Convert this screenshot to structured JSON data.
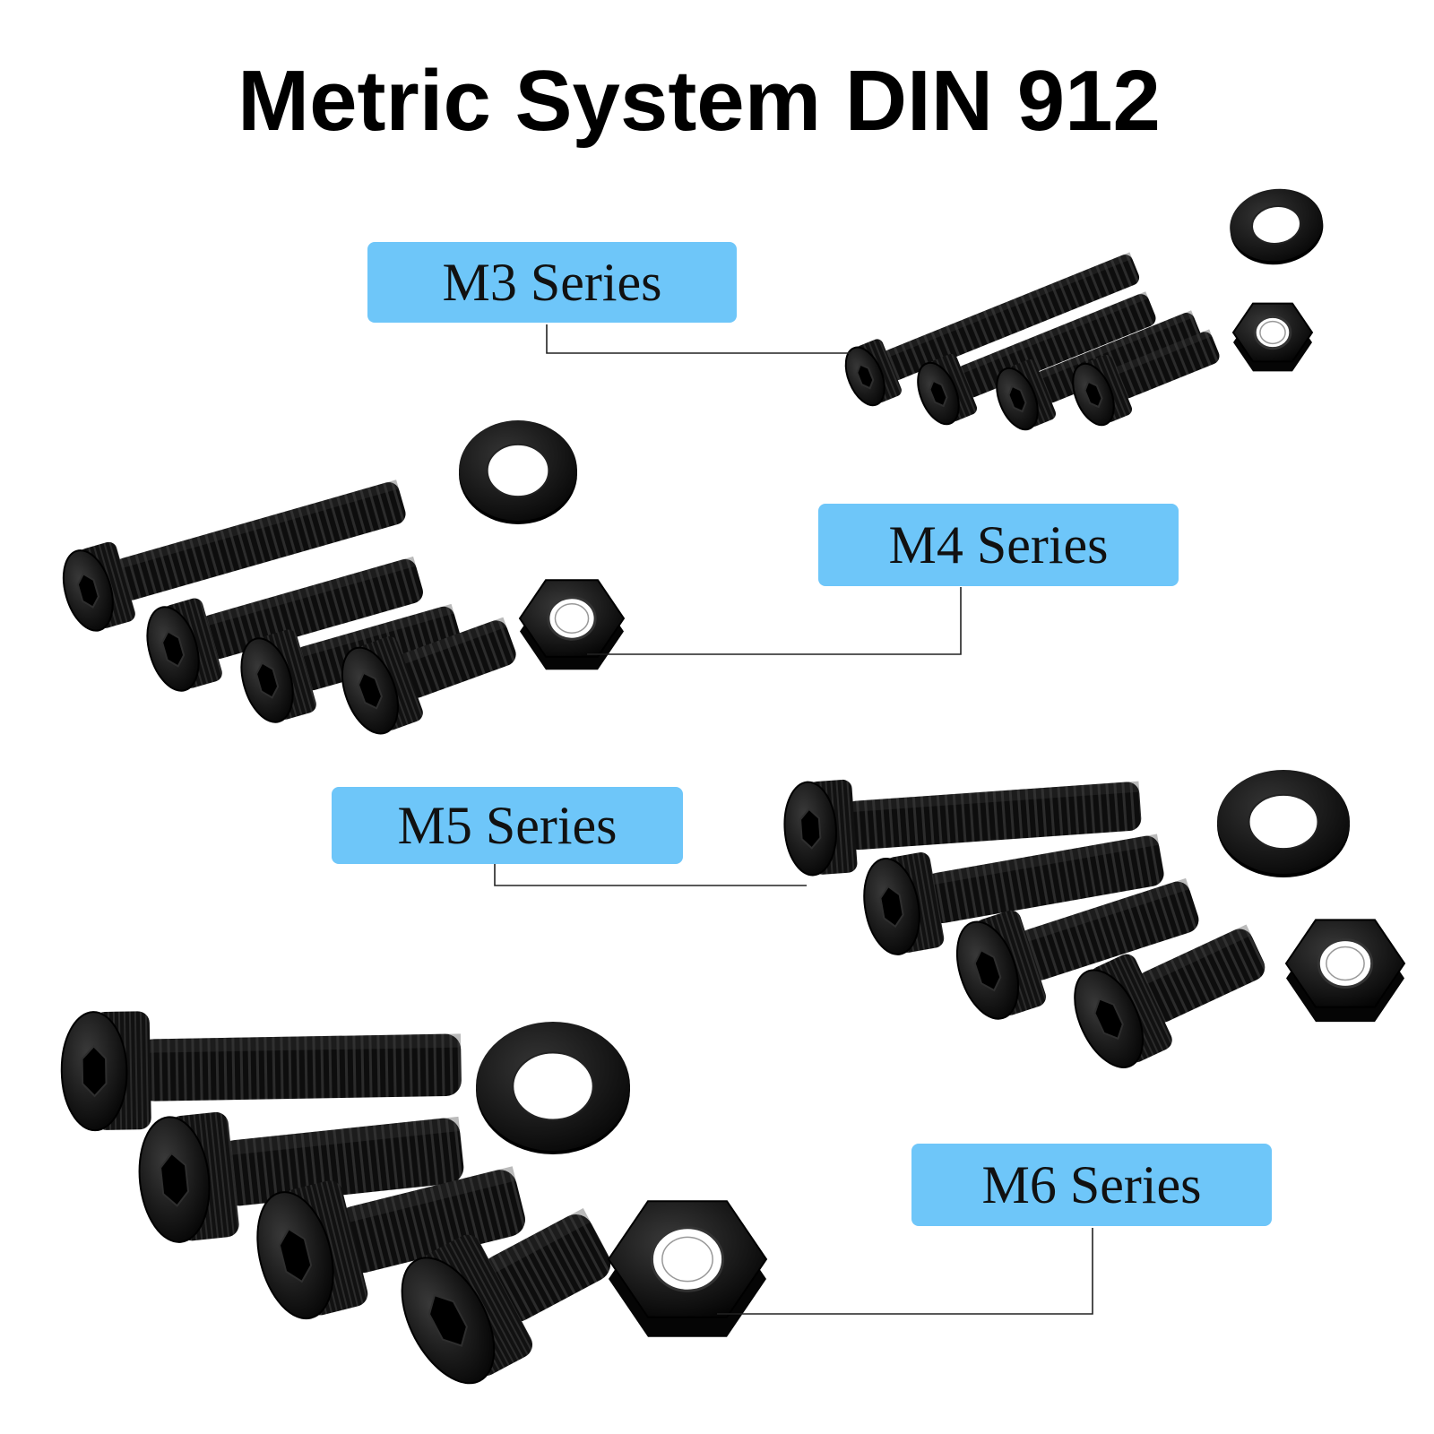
{
  "title": "Metric System DIN 912",
  "series": [
    {
      "label": "M3 Series"
    },
    {
      "label": "M4 Series"
    },
    {
      "label": "M5 Series"
    },
    {
      "label": "M6 Series"
    }
  ],
  "colors": {
    "label_bg": "#6ec6f9",
    "hardware": "#0b0b0b",
    "background": "#ffffff"
  },
  "icons": [
    "socket-head-cap-screw",
    "flat-washer",
    "hex-nut"
  ]
}
